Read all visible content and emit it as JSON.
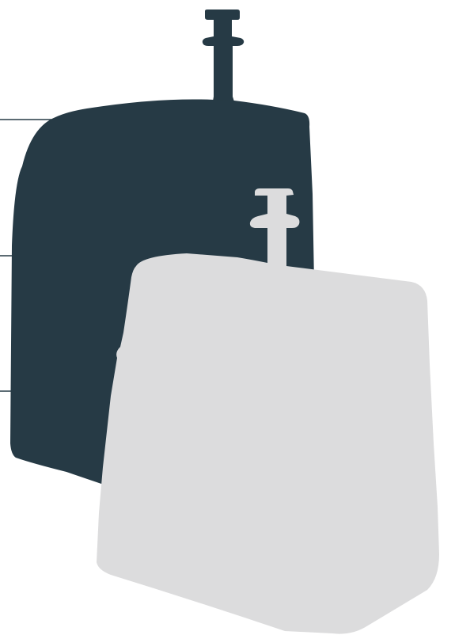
{
  "scene": {
    "background": "#ffffff",
    "shapes": [
      {
        "name": "back-canister-silhouette",
        "color": "#263a45",
        "icon": "canister-dark-silhouette"
      },
      {
        "name": "front-canister-silhouette",
        "color": "#dcdcdd",
        "icon": "canister-light-silhouette"
      }
    ],
    "indicator_lines": {
      "count": 3,
      "color": "#263a45"
    }
  }
}
